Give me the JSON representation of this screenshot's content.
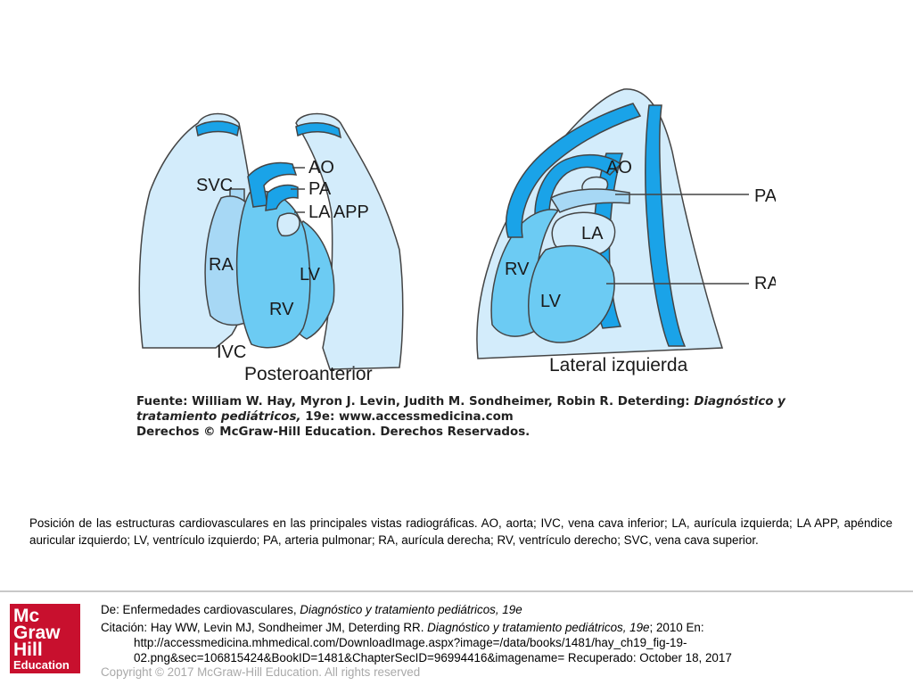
{
  "figure": {
    "frontal": {
      "labels": {
        "svc": "SVC",
        "ao": "AO",
        "pa": "PA",
        "la_app": "LA APP",
        "ra": "RA",
        "lv": "LV",
        "rv": "RV",
        "ivc": "IVC"
      },
      "view_title": "Posteroanterior"
    },
    "lateral": {
      "labels": {
        "ao": "AO",
        "pa": "PA",
        "la": "LA",
        "rv": "RV",
        "lv": "LV",
        "ra": "RA"
      },
      "view_title": "Lateral izquierda"
    },
    "source_line1_prefix": "Fuente: William W. Hay, Myron J. Levin, Judith M. Sondheimer, Robin R. Deterding: ",
    "source_line1_italic": "Diagnóstico y",
    "source_line2_italic": "tratamiento pediátricos,",
    "source_line2_suffix": " 19e: www.accessmedicina.com",
    "source_line3": "Derechos © McGraw-Hill Education. Derechos Reservados.",
    "colors": {
      "lung": "#d3ecfb",
      "chamber": "#a7d8f5",
      "vessel": "#1aa3e8",
      "ventricle": "#6ccbf3",
      "outline": "#444444"
    }
  },
  "caption": "Posición de las estructuras cardiovasculares en las principales vistas radiográficas. AO, aorta; IVC, vena cava inferior; LA, aurícula izquierda; LA APP, apéndice auricular izquierdo; LV, ventrículo izquierdo; PA, arteria pulmonar; RA, aurícula derecha; RV, ventrículo derecho; SVC, vena cava superior.",
  "footer": {
    "logo": {
      "line1": "Mc",
      "line2": "Graw",
      "line3": "Hill",
      "line4": "Education"
    },
    "de_prefix": "De: Enfermedades cardiovasculares, ",
    "de_italic": "Diagnóstico y tratamiento pediátricos, 19e",
    "citacion_prefix": "Citación: Hay WW, Levin MJ, Sondheimer JM, Deterding RR",
    "citacion_sep": ". ",
    "citacion_italic": "Diagnóstico y tratamiento pediátricos, 19e",
    "citacion_suffix": "; 2010 En:",
    "url_line1": "http://accessmedicina.mhmedical.com/DownloadImage.aspx?image=/data/books/1481/hay_ch19_fig-19-",
    "url_line2": "02.png&sec=106815424&BookID=1481&ChapterSecID=96994416&imagename= Recuperado: October 18, 2017",
    "copyright": "Copyright © 2017 McGraw-Hill Education. All rights reserved"
  }
}
